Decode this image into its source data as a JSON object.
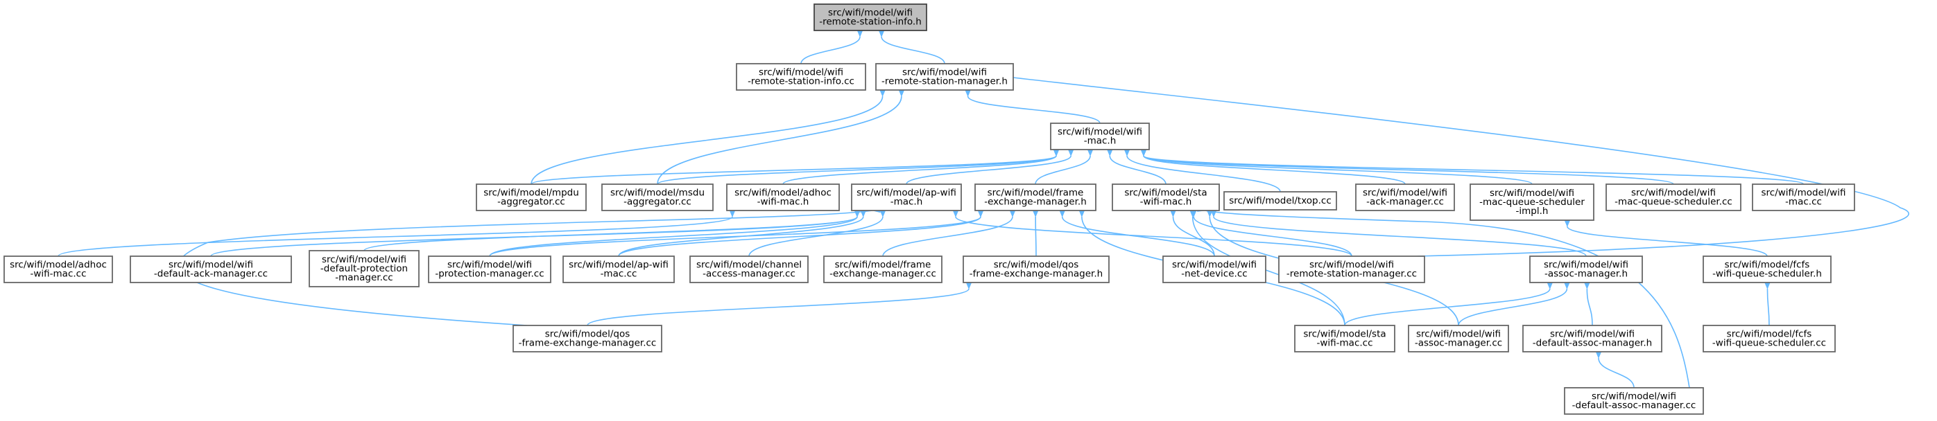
{
  "colors": {
    "edge": "#63b8ff",
    "root_fill": "#bfbfbf",
    "node_fill": "#ffffff",
    "border": "#666666"
  },
  "nodes": [
    {
      "id": "root",
      "lines": [
        "src/wifi/model/wifi",
        "-remote-station-info.h"
      ],
      "root": true
    },
    {
      "id": "rsi_cc",
      "lines": [
        "src/wifi/model/wifi",
        "-remote-station-info.cc"
      ]
    },
    {
      "id": "rsm_h",
      "lines": [
        "src/wifi/model/wifi",
        "-remote-station-manager.h"
      ]
    },
    {
      "id": "mac_h",
      "lines": [
        "src/wifi/model/wifi",
        "-mac.h"
      ]
    },
    {
      "id": "mpdu",
      "lines": [
        "src/wifi/model/mpdu",
        "-aggregator.cc"
      ]
    },
    {
      "id": "msdu",
      "lines": [
        "src/wifi/model/msdu",
        "-aggregator.cc"
      ]
    },
    {
      "id": "adhoc_h",
      "lines": [
        "src/wifi/model/adhoc",
        "-wifi-mac.h"
      ]
    },
    {
      "id": "ap_h",
      "lines": [
        "src/wifi/model/ap-wifi",
        "-mac.h"
      ]
    },
    {
      "id": "fem_h",
      "lines": [
        "src/wifi/model/frame",
        "-exchange-manager.h"
      ]
    },
    {
      "id": "sta_h",
      "lines": [
        "src/wifi/model/sta",
        "-wifi-mac.h"
      ]
    },
    {
      "id": "txop",
      "lines": [
        "src/wifi/model/txop.cc"
      ]
    },
    {
      "id": "ack_mgr",
      "lines": [
        "src/wifi/model/wifi",
        "-ack-manager.cc"
      ]
    },
    {
      "id": "mqs_impl",
      "lines": [
        "src/wifi/model/wifi",
        "-mac-queue-scheduler",
        "-impl.h"
      ]
    },
    {
      "id": "mqs_cc",
      "lines": [
        "src/wifi/model/wifi",
        "-mac-queue-scheduler.cc"
      ]
    },
    {
      "id": "mac_cc",
      "lines": [
        "src/wifi/model/wifi",
        "-mac.cc"
      ]
    },
    {
      "id": "adhoc_cc",
      "lines": [
        "src/wifi/model/adhoc",
        "-wifi-mac.cc"
      ]
    },
    {
      "id": "def_ack",
      "lines": [
        "src/wifi/model/wifi",
        "-default-ack-manager.cc"
      ]
    },
    {
      "id": "def_prot",
      "lines": [
        "src/wifi/model/wifi",
        "-default-protection",
        "-manager.cc"
      ]
    },
    {
      "id": "prot_mgr",
      "lines": [
        "src/wifi/model/wifi",
        "-protection-manager.cc"
      ]
    },
    {
      "id": "ap_cc",
      "lines": [
        "src/wifi/model/ap-wifi",
        "-mac.cc"
      ]
    },
    {
      "id": "chan",
      "lines": [
        "src/wifi/model/channel",
        "-access-manager.cc"
      ]
    },
    {
      "id": "fem_cc",
      "lines": [
        "src/wifi/model/frame",
        "-exchange-manager.cc"
      ]
    },
    {
      "id": "qos_h",
      "lines": [
        "src/wifi/model/qos",
        "-frame-exchange-manager.h"
      ]
    },
    {
      "id": "netdev",
      "lines": [
        "src/wifi/model/wifi",
        "-net-device.cc"
      ]
    },
    {
      "id": "rsm_cc",
      "lines": [
        "src/wifi/model/wifi",
        "-remote-station-manager.cc"
      ]
    },
    {
      "id": "assoc_h",
      "lines": [
        "src/wifi/model/wifi",
        "-assoc-manager.h"
      ]
    },
    {
      "id": "fcfs_h",
      "lines": [
        "src/wifi/model/fcfs",
        "-wifi-queue-scheduler.h"
      ]
    },
    {
      "id": "qos_cc",
      "lines": [
        "src/wifi/model/qos",
        "-frame-exchange-manager.cc"
      ]
    },
    {
      "id": "sta_cc",
      "lines": [
        "src/wifi/model/sta",
        "-wifi-mac.cc"
      ]
    },
    {
      "id": "assoc_cc",
      "lines": [
        "src/wifi/model/wifi",
        "-assoc-manager.cc"
      ]
    },
    {
      "id": "dam_h",
      "lines": [
        "src/wifi/model/wifi",
        "-default-assoc-manager.h"
      ]
    },
    {
      "id": "fcfs_cc",
      "lines": [
        "src/wifi/model/fcfs",
        "-wifi-queue-scheduler.cc"
      ]
    },
    {
      "id": "dam_cc",
      "lines": [
        "src/wifi/model/wifi",
        "-default-assoc-manager.cc"
      ]
    }
  ],
  "edges": [
    [
      "root",
      "rsi_cc"
    ],
    [
      "root",
      "rsm_h"
    ],
    [
      "rsm_h",
      "mac_h"
    ],
    [
      "rsm_h",
      "mpdu"
    ],
    [
      "rsm_h",
      "msdu"
    ],
    [
      "rsm_h",
      "rsm_cc"
    ],
    [
      "mac_h",
      "mpdu"
    ],
    [
      "mac_h",
      "msdu"
    ],
    [
      "mac_h",
      "adhoc_h"
    ],
    [
      "mac_h",
      "ap_h"
    ],
    [
      "mac_h",
      "fem_h"
    ],
    [
      "mac_h",
      "sta_h"
    ],
    [
      "mac_h",
      "txop"
    ],
    [
      "mac_h",
      "ack_mgr"
    ],
    [
      "mac_h",
      "mqs_impl"
    ],
    [
      "mac_h",
      "mqs_cc"
    ],
    [
      "mac_h",
      "mac_cc"
    ],
    [
      "adhoc_h",
      "adhoc_cc"
    ],
    [
      "ap_h",
      "def_ack"
    ],
    [
      "ap_h",
      "def_prot"
    ],
    [
      "ap_h",
      "prot_mgr"
    ],
    [
      "ap_h",
      "ap_cc"
    ],
    [
      "ap_h",
      "chan"
    ],
    [
      "ap_h",
      "qos_cc"
    ],
    [
      "ap_h",
      "rsm_cc"
    ],
    [
      "fem_h",
      "ap_cc"
    ],
    [
      "fem_h",
      "fem_cc"
    ],
    [
      "fem_h",
      "qos_h"
    ],
    [
      "fem_h",
      "netdev"
    ],
    [
      "fem_h",
      "sta_cc"
    ],
    [
      "fem_h",
      "prot_mgr"
    ],
    [
      "sta_h",
      "netdev"
    ],
    [
      "sta_h",
      "rsm_cc"
    ],
    [
      "sta_h",
      "assoc_h"
    ],
    [
      "sta_h",
      "sta_cc"
    ],
    [
      "sta_h",
      "assoc_cc"
    ],
    [
      "sta_h",
      "dam_cc"
    ],
    [
      "mqs_impl",
      "fcfs_h"
    ],
    [
      "qos_h",
      "qos_cc"
    ],
    [
      "assoc_h",
      "sta_cc"
    ],
    [
      "assoc_h",
      "assoc_cc"
    ],
    [
      "assoc_h",
      "dam_h"
    ],
    [
      "dam_h",
      "dam_cc"
    ],
    [
      "fcfs_h",
      "fcfs_cc"
    ]
  ]
}
